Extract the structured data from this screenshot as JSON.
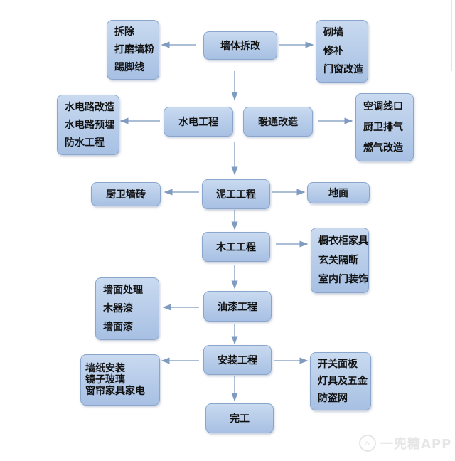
{
  "diagram": {
    "title": "装修流程",
    "main_steps": [
      {
        "label": "墙体拆改"
      },
      {
        "label": "水电工程"
      },
      {
        "label": "暖通改造"
      },
      {
        "label": "泥工工程"
      },
      {
        "label": "木工工程"
      },
      {
        "label": "油漆工程"
      },
      {
        "label": "安装工程"
      },
      {
        "label": "完工"
      }
    ],
    "branches": {
      "wall_left": [
        "拆除",
        "打磨墙粉",
        "踢脚线"
      ],
      "wall_right": [
        "砌墙",
        "修补",
        "门窗改造"
      ],
      "plumbing_left": [
        "水电路改造",
        "水电路预埋",
        "防水工程"
      ],
      "hvac_right": [
        "空调线口",
        "厨卫排气",
        "燃气改造"
      ],
      "masonry_left": [
        "厨卫墙砖"
      ],
      "masonry_right": [
        "地面"
      ],
      "carpentry_right": [
        "橱衣柜家具",
        "玄关隔断",
        "室内门装饰"
      ],
      "painting_left": [
        "墙面处理",
        "木器漆",
        "墙面漆"
      ],
      "install_left": [
        "墙纸安装",
        "镜子玻璃",
        "窗帘家具家电"
      ],
      "install_right": [
        "开关面板",
        "灯具及五金",
        "防盗网"
      ]
    },
    "colors": {
      "box_fill": "#b6cbe9",
      "box_border": "#8aa6cc",
      "arrow": "#7f9bbf"
    }
  },
  "watermark": {
    "text": "一兜糖APP",
    "icon": "house-logo-icon"
  }
}
